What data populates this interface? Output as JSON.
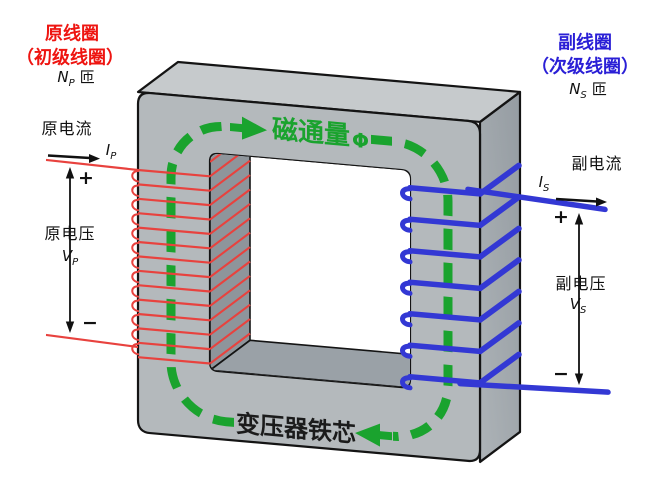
{
  "diagram": {
    "flux": {
      "label": "磁通量",
      "symbol": "Φ"
    },
    "core_label": "变压器铁芯",
    "primary": {
      "title_line1": "原线圈",
      "title_line2": "（初级线圈）",
      "turns": {
        "symbol": "N",
        "sub": "P",
        "unit": "匝"
      },
      "current_label": "原电流",
      "current_symbol": {
        "symbol": "I",
        "sub": "P"
      },
      "voltage_label": "原电压",
      "voltage_symbol": {
        "symbol": "V",
        "sub": "P"
      },
      "plus": "+",
      "minus": "−"
    },
    "secondary": {
      "title_line1": "副线圈",
      "title_line2": "（次级线圈）",
      "turns": {
        "symbol": "N",
        "sub": "S",
        "unit": "匝"
      },
      "current_label": "副电流",
      "current_symbol": {
        "symbol": "I",
        "sub": "S"
      },
      "voltage_label": "副电压",
      "voltage_symbol": {
        "symbol": "V",
        "sub": "S"
      },
      "plus": "+",
      "minus": "−"
    },
    "colors": {
      "primary_wire": "#e8423e",
      "primary_text": "#ee1511",
      "secondary_wire": "#3338d4",
      "secondary_text": "#2a1fd6",
      "flux_green": "#1aa32e",
      "core_front": "#b4b9bc",
      "core_top": "#c6cacc",
      "core_side": "#a0a7ac",
      "core_inner_wall": "#8e959b",
      "core_inner_floor": "#9aa1a7",
      "outline": "#141414"
    }
  }
}
